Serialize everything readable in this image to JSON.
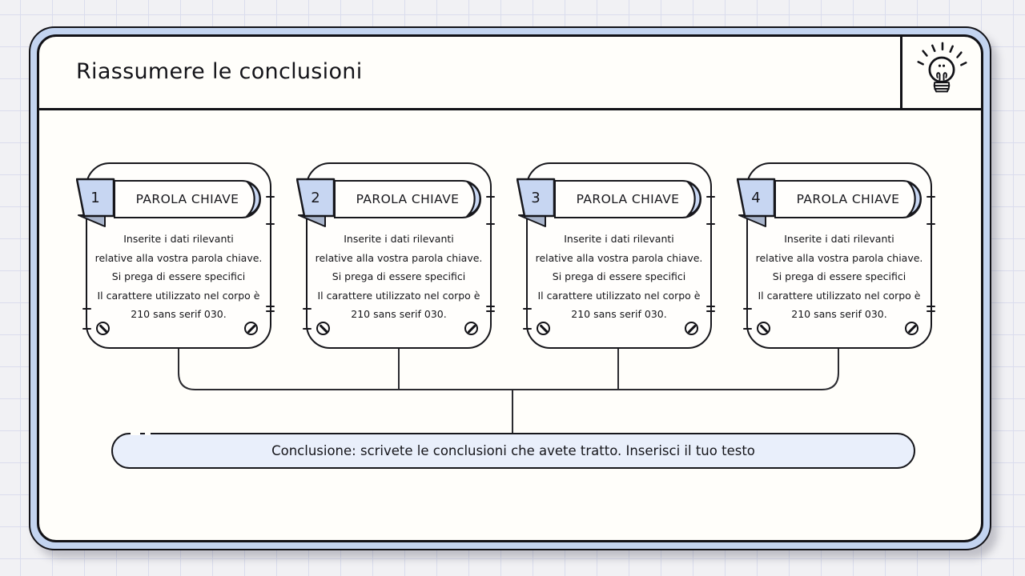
{
  "header": {
    "title": "Riassumere le conclusioni",
    "icon": "lightbulb-icon"
  },
  "cards": [
    {
      "number": "1",
      "header": "PAROLA CHIAVE",
      "body_lines": [
        "Inserite i dati rilevanti",
        "relative alla vostra parola chiave.",
        "Si prega di essere specifici",
        "Il carattere utilizzato nel corpo è",
        "210 sans serif 030."
      ]
    },
    {
      "number": "2",
      "header": "PAROLA CHIAVE",
      "body_lines": [
        "Inserite i dati rilevanti",
        "relative alla vostra parola chiave.",
        "Si prega di essere specifici",
        "Il carattere utilizzato nel corpo è",
        "210 sans serif 030."
      ]
    },
    {
      "number": "3",
      "header": "PAROLA CHIAVE",
      "body_lines": [
        "Inserite i dati rilevanti",
        "relative alla vostra parola chiave.",
        "Si prega di essere specifici",
        "Il carattere utilizzato nel corpo è",
        "210 sans serif 030."
      ]
    },
    {
      "number": "4",
      "header": "PAROLA CHIAVE",
      "body_lines": [
        "Inserite i dati rilevanti",
        "relative alla vostra parola chiave.",
        "Si prega di essere specifici",
        "Il carattere utilizzato nel corpo è",
        "210 sans serif 030."
      ]
    }
  ],
  "conclusion": {
    "text": "Conclusione: scrivete le conclusioni che avete tratto. Inserisci il tuo testo"
  },
  "colors": {
    "frame_blue": "#c3d4f0",
    "badge_blue": "#c7d6f2",
    "fold_gray_blue": "#a9b5cc",
    "crescent_blue": "#c9d8f4",
    "conclusion_pill_blue": "#e9effb",
    "ink": "#17171c",
    "page_bg": "#f1f1f4",
    "grid_line": "#dadded",
    "panel_white": "#fffefa"
  }
}
